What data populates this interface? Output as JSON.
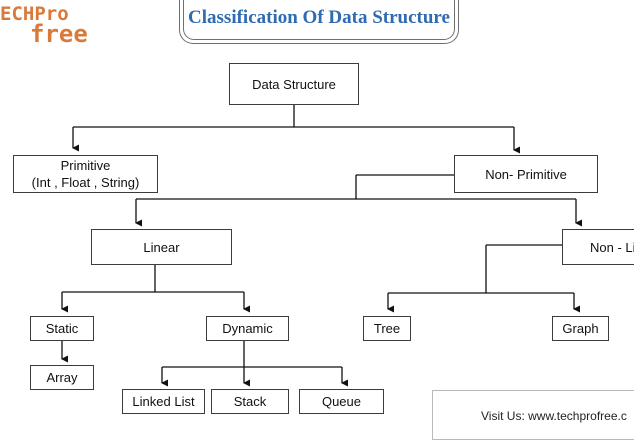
{
  "logo": {
    "line1": "ECHPro",
    "line2": "free"
  },
  "title": "Classification Of Data Structure",
  "nodes": {
    "root": "Data Structure",
    "primitive": {
      "line1": "Primitive",
      "line2": "(Int , Float , String)"
    },
    "non_primitive": "Non- Primitive",
    "linear": "Linear",
    "non_linear": "Non - Linea",
    "static": "Static",
    "dynamic": "Dynamic",
    "array": "Array",
    "linked_list": "Linked List",
    "stack": "Stack",
    "queue": "Queue",
    "tree": "Tree",
    "graph": "Graph"
  },
  "footer": "Visit Us: www.techprofree.c"
}
